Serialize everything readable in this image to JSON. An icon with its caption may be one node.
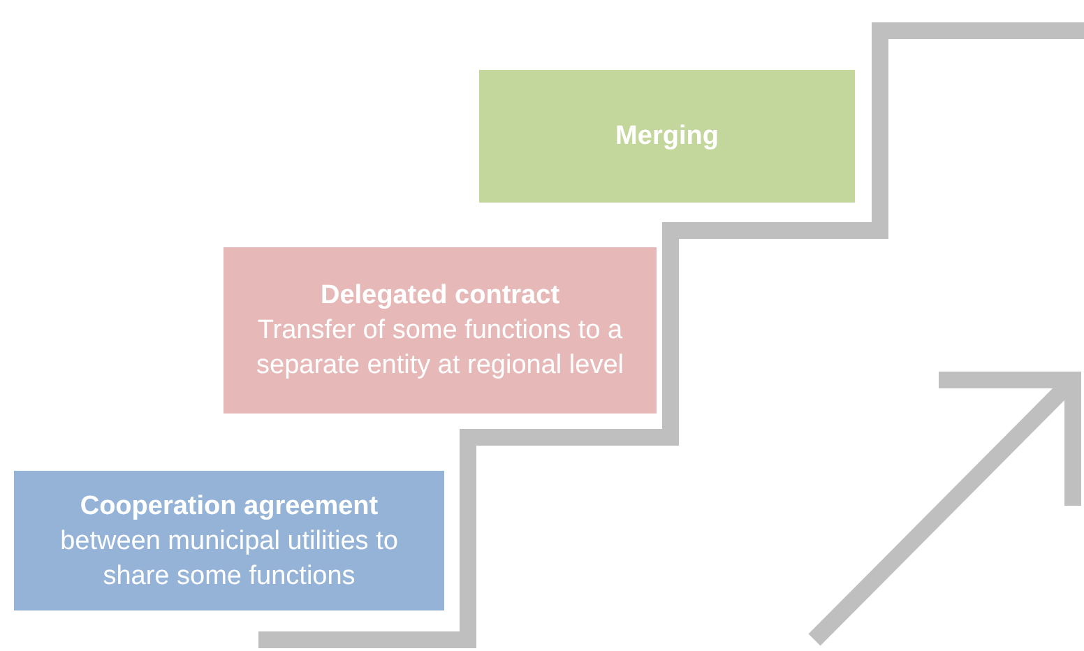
{
  "diagram": {
    "nodes": [
      {
        "text": [
          "Merging"
        ]
      },
      {
        "text": [
          "Delegated contract",
          "Transfer of some functions to a separate entity at regional level"
        ]
      },
      {
        "text": [
          "Cooperation agreement",
          "between municipal utilities to share some functions"
        ]
      }
    ]
  }
}
